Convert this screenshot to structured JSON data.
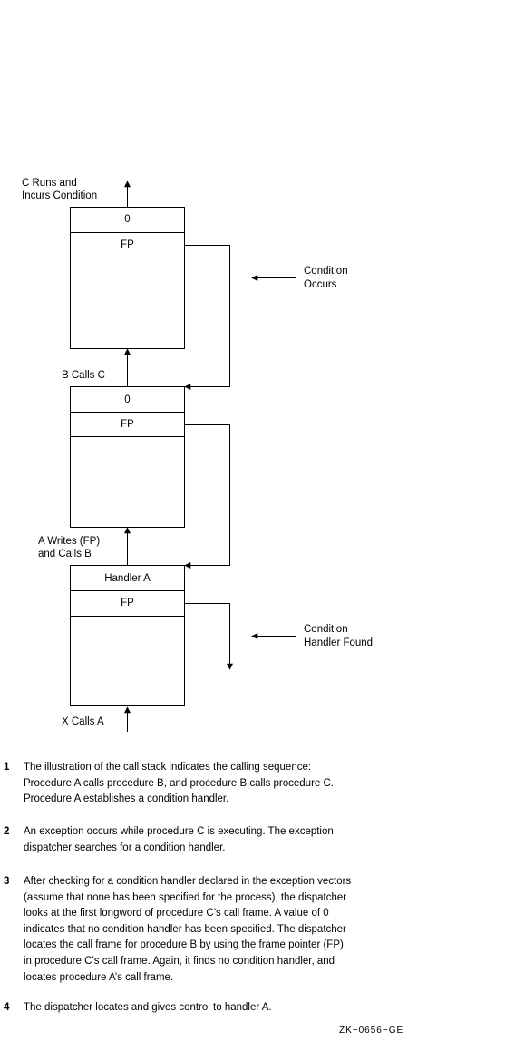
{
  "diagram": {
    "frames": [
      {
        "id": "frame-c",
        "top_cell": "0",
        "fp_cell": "FP"
      },
      {
        "id": "frame-b",
        "top_cell": "0",
        "fp_cell": "FP"
      },
      {
        "id": "frame-a",
        "top_cell": "Handler A",
        "fp_cell": "FP"
      }
    ],
    "labels": {
      "c_runs": [
        "C  Runs and",
        "Incurs Condition"
      ],
      "b_calls_c": "B Calls C",
      "a_writes": [
        "A Writes (FP)",
        "and Calls B"
      ],
      "x_calls_a": "X Calls A",
      "condition_occurs": [
        "Condition",
        "Occurs"
      ],
      "condition_handler_found": [
        "Condition",
        "Handler Found"
      ]
    }
  },
  "notes": [
    {
      "number": "1",
      "lines": [
        "The illustration of the call stack indicates the calling sequence:",
        "Procedure A calls procedure B, and procedure B calls procedure C.",
        "Procedure A establishes a condition handler."
      ]
    },
    {
      "number": "2",
      "lines": [
        "An exception occurs while procedure C is executing. The exception",
        "dispatcher searches for a condition handler."
      ]
    },
    {
      "number": "3",
      "lines": [
        "After checking for a condition handler declared in the exception vectors",
        "(assume that none has been specified for the process), the dispatcher",
        "looks at the first longword of procedure C’s call frame. A value of 0",
        "indicates that no condition handler has been specified. The dispatcher",
        "locates the call frame for procedure B by using the frame pointer (FP)",
        "in procedure C’s call frame. Again, it finds no condition handler, and",
        "locates procedure A’s call frame."
      ]
    },
    {
      "number": "4",
      "lines": [
        "The dispatcher locates and gives control to handler A."
      ]
    }
  ],
  "figure_id": "ZK−0656−GE"
}
